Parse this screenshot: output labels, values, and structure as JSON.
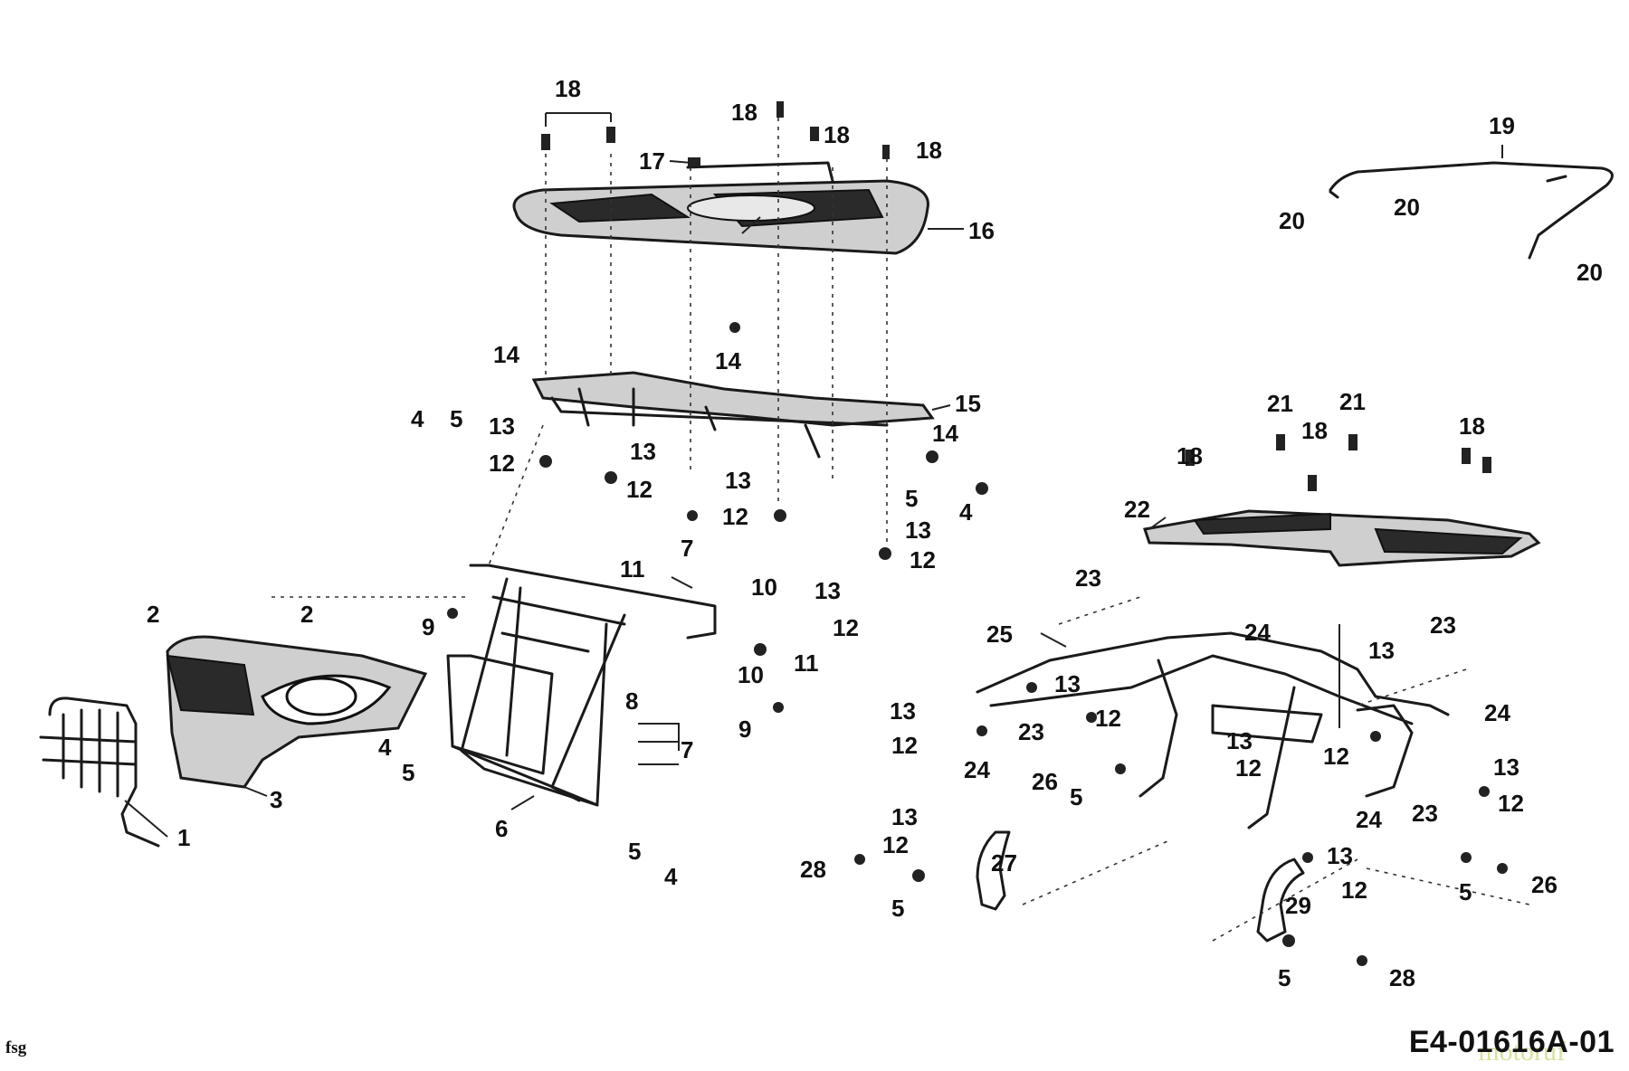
{
  "drawing": {
    "code": "E4-01616A-01",
    "initials": "fsg",
    "watermark": "motoruf"
  },
  "labels": [
    {
      "id": "l18a",
      "text": "18"
    },
    {
      "id": "l18b",
      "text": "18"
    },
    {
      "id": "l18c",
      "text": "18"
    },
    {
      "id": "l18d",
      "text": "18"
    },
    {
      "id": "l17",
      "text": "17"
    },
    {
      "id": "l16",
      "text": "16"
    },
    {
      "id": "l14a",
      "text": "14"
    },
    {
      "id": "l14b",
      "text": "14"
    },
    {
      "id": "l15",
      "text": "15"
    },
    {
      "id": "l4a",
      "text": "4"
    },
    {
      "id": "l5a",
      "text": "5"
    },
    {
      "id": "l13a",
      "text": "13"
    },
    {
      "id": "l12a",
      "text": "12"
    },
    {
      "id": "l13b",
      "text": "13"
    },
    {
      "id": "l12b",
      "text": "12"
    },
    {
      "id": "l13c",
      "text": "13"
    },
    {
      "id": "l12c",
      "text": "12"
    },
    {
      "id": "l7a",
      "text": "7"
    },
    {
      "id": "l14c",
      "text": "14"
    },
    {
      "id": "l5b",
      "text": "5"
    },
    {
      "id": "l4b",
      "text": "4"
    },
    {
      "id": "l13d",
      "text": "13"
    },
    {
      "id": "l12d",
      "text": "12"
    },
    {
      "id": "l11a",
      "text": "11"
    },
    {
      "id": "l10a",
      "text": "10"
    },
    {
      "id": "l13e",
      "text": "13"
    },
    {
      "id": "l12e",
      "text": "12"
    },
    {
      "id": "l2a",
      "text": "2"
    },
    {
      "id": "l2b",
      "text": "2"
    },
    {
      "id": "l9a",
      "text": "9"
    },
    {
      "id": "l10b",
      "text": "10"
    },
    {
      "id": "l11b",
      "text": "11"
    },
    {
      "id": "l8",
      "text": "8"
    },
    {
      "id": "l9b",
      "text": "9"
    },
    {
      "id": "l7b",
      "text": "7"
    },
    {
      "id": "l4c",
      "text": "4"
    },
    {
      "id": "l5c",
      "text": "5"
    },
    {
      "id": "l3",
      "text": "3"
    },
    {
      "id": "l1",
      "text": "1"
    },
    {
      "id": "l6",
      "text": "6"
    },
    {
      "id": "l5d",
      "text": "5"
    },
    {
      "id": "l4d",
      "text": "4"
    },
    {
      "id": "l19",
      "text": "19"
    },
    {
      "id": "l20a",
      "text": "20"
    },
    {
      "id": "l20b",
      "text": "20"
    },
    {
      "id": "l20c",
      "text": "20"
    },
    {
      "id": "l21a",
      "text": "21"
    },
    {
      "id": "l21b",
      "text": "21"
    },
    {
      "id": "l18e",
      "text": "18"
    },
    {
      "id": "l18f",
      "text": "18"
    },
    {
      "id": "l18g",
      "text": "18"
    },
    {
      "id": "l22",
      "text": "22"
    },
    {
      "id": "l23a",
      "text": "23"
    },
    {
      "id": "l25",
      "text": "25"
    },
    {
      "id": "l24a",
      "text": "24"
    },
    {
      "id": "l13f",
      "text": "13"
    },
    {
      "id": "l23b",
      "text": "23"
    },
    {
      "id": "l13g",
      "text": "13"
    },
    {
      "id": "l12f",
      "text": "12"
    },
    {
      "id": "l13h",
      "text": "13"
    },
    {
      "id": "l12g",
      "text": "12"
    },
    {
      "id": "l24b",
      "text": "24"
    },
    {
      "id": "l23c",
      "text": "23"
    },
    {
      "id": "l24c",
      "text": "24"
    },
    {
      "id": "l13i",
      "text": "13"
    },
    {
      "id": "l12h",
      "text": "12"
    },
    {
      "id": "l12i",
      "text": "12"
    },
    {
      "id": "l26a",
      "text": "26"
    },
    {
      "id": "l5e",
      "text": "5"
    },
    {
      "id": "l13j",
      "text": "13"
    },
    {
      "id": "l12j",
      "text": "12"
    },
    {
      "id": "l24d",
      "text": "24"
    },
    {
      "id": "l23d",
      "text": "23"
    },
    {
      "id": "l13k",
      "text": "13"
    },
    {
      "id": "l12k",
      "text": "12"
    },
    {
      "id": "l27",
      "text": "27"
    },
    {
      "id": "l28a",
      "text": "28"
    },
    {
      "id": "l5f",
      "text": "5"
    },
    {
      "id": "l13l",
      "text": "13"
    },
    {
      "id": "l12l",
      "text": "12"
    },
    {
      "id": "l29",
      "text": "29"
    },
    {
      "id": "l5g",
      "text": "5"
    },
    {
      "id": "l26b",
      "text": "26"
    },
    {
      "id": "l5h",
      "text": "5"
    },
    {
      "id": "l28b",
      "text": "28"
    }
  ]
}
